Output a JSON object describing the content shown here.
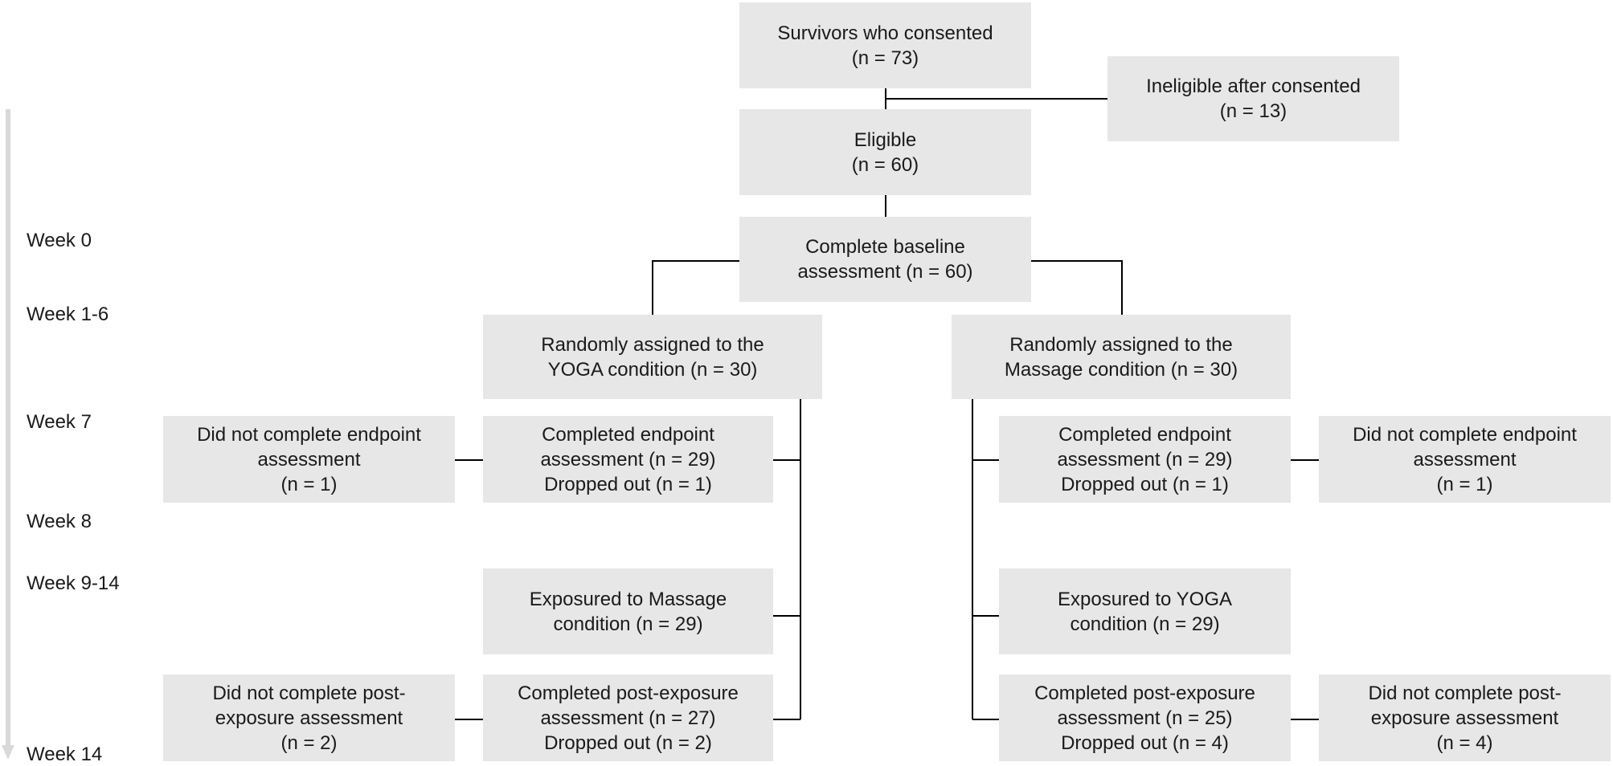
{
  "boxes": {
    "consented": [
      "Survivors who consented",
      "(n = 73)"
    ],
    "ineligible": [
      "Ineligible after consented",
      "(n = 13)"
    ],
    "eligible": [
      "Eligible",
      "(n = 60)"
    ],
    "baseline": [
      "Complete baseline",
      "assessment (n = 60)"
    ],
    "yoga_assigned": [
      "Randomly assigned to the",
      "YOGA condition (n = 30)"
    ],
    "massage_assigned": [
      "Randomly assigned to the",
      "Massage condition (n = 30)"
    ],
    "yoga_not_endpoint": [
      "Did not complete endpoint",
      "assessment",
      "(n = 1)"
    ],
    "yoga_endpoint": [
      "Completed endpoint",
      "assessment (n = 29)",
      "Dropped out (n = 1)"
    ],
    "massage_endpoint": [
      "Completed endpoint",
      "assessment (n = 29)",
      "Dropped out (n = 1)"
    ],
    "massage_not_endpoint": [
      "Did not complete endpoint",
      "assessment",
      "(n = 1)"
    ],
    "yoga_exposure": [
      "Exposured to Massage",
      "condition (n = 29)"
    ],
    "massage_exposure": [
      "Exposured to YOGA",
      "condition (n = 29)"
    ],
    "yoga_not_post": [
      "Did not complete post-",
      "exposure assessment",
      "(n = 2)"
    ],
    "yoga_post": [
      "Completed post-exposure",
      "assessment (n = 27)",
      "Dropped out (n = 2)"
    ],
    "massage_post": [
      "Completed post-exposure",
      "assessment (n = 25)",
      "Dropped out (n = 4)"
    ],
    "massage_not_post": [
      "Did not complete post-",
      "exposure assessment",
      "(n = 4)"
    ]
  },
  "timeline": {
    "week0": "Week 0",
    "week1_6": "Week 1-6",
    "week7": "Week 7",
    "week8": "Week 8",
    "week9_14": "Week 9-14",
    "week14": "Week 14"
  }
}
